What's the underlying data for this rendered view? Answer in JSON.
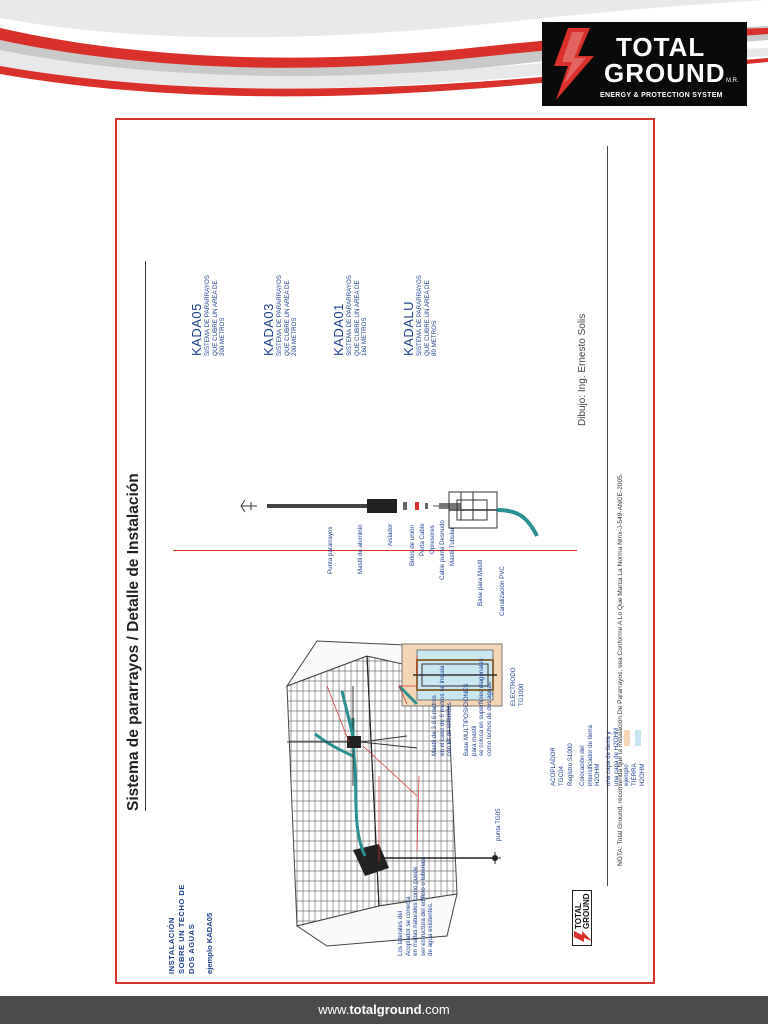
{
  "brand": {
    "name_line1": "TOTAL",
    "name_line2": "GROUND",
    "mark": "M.R.",
    "tagline": "ENERGY & PROTECTION SYSTEM",
    "website_prefix": "www.",
    "website_domain": "totalground",
    "website_suffix": ".com",
    "colors": {
      "red": "#d9302b",
      "dark": "#0a0a0a",
      "footer": "#4b4b4b",
      "ink": "#1f3f8f"
    }
  },
  "sheet": {
    "title": "Sistema de pararrayos / Detalle de Instalación",
    "install_heading_1": "INSTALACIÓN",
    "install_heading_2": "SOBRE UN TECHO DE",
    "install_heading_3": "DOS AGUAS",
    "example": "ejemplo KADA05",
    "punta_label": "punta TG05",
    "mast_note": [
      "Mastil de 3 ó 6 metros",
      "en el caso de 6 metros se instala",
      "con kit de retenidas"
    ],
    "base_note": [
      "Base MULTIPOSICIONES",
      "para mastil",
      "se coloca en superficies diagonales",
      "como techos de dos aguas"
    ],
    "acoplador": [
      "ACOPLADOR",
      "TGC04"
    ],
    "registro": "Registro S1000",
    "colocacion": [
      "Colocación del",
      "intensificador de tierra",
      "H2OHM"
    ],
    "capa": [
      "una capa de tierra y",
      "una capa de H2OHM"
    ],
    "legend": {
      "title": "ejemplo",
      "tierra": "TIERRA",
      "h2ohm": "H2OHM"
    },
    "electrodo": [
      "ELECTRODO",
      "TG1000"
    ],
    "laterales": [
      "Los laterales del",
      "Acoplador se conecta",
      "en mallas naturales como puede",
      "ser estructura del edificio o tuberias",
      "de agua existentes."
    ],
    "parts": [
      "Punta pararrayos",
      "Mastil de aluminio",
      "Aislador",
      "Birlos de unión",
      "Porta Cable",
      "Opresores",
      "Cable punta Desnudo",
      "Mástil Tubular",
      "Base para Mastil",
      "Canalización PVC"
    ],
    "models": [
      {
        "name": "KADA05",
        "lines": [
          "SISTEMA DE PARARRAYOS",
          "QUE CUBRE UN AREA DE",
          "300 METROS"
        ]
      },
      {
        "name": "KADA03",
        "lines": [
          "SISTEMA DE PARARRAYOS",
          "QUE CUBRE UN AREA DE",
          "200 METROS"
        ]
      },
      {
        "name": "KADA01",
        "lines": [
          "SISTEMA DE PARARRAYOS",
          "QUE CUBRE UN AREA DE",
          "160 METROS"
        ]
      },
      {
        "name": "KADALU",
        "lines": [
          "SISTEMA DE PARARRAYOS",
          "QUE CUBRE UN AREA DE",
          "80 METROS"
        ]
      }
    ],
    "credit": "Dibujo: Ing. Ernesto Solis",
    "note": "NOTA: Total Ground, recomienda que la instalación De Pararrayos, sea Conforme A Lo Que Marca La Norma Nmx-J-549-ANCE-2005."
  }
}
